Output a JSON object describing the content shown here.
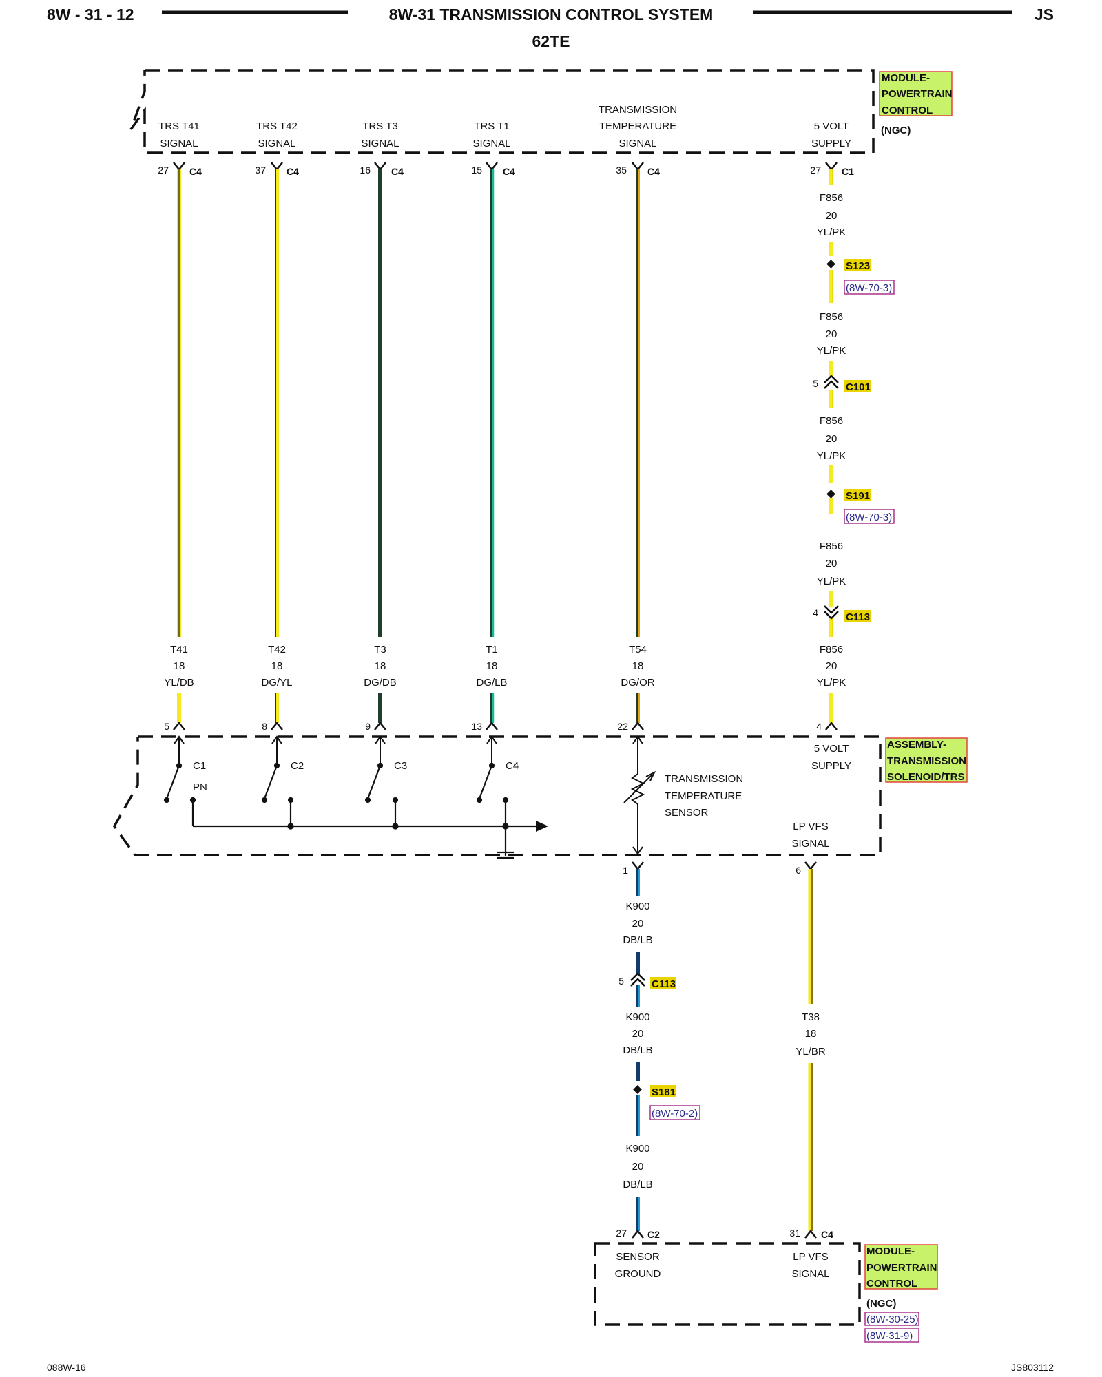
{
  "header": {
    "page_number": "8W - 31 - 12",
    "title": "8W-31 TRANSMISSION CONTROL SYSTEM",
    "subtitle": "62TE",
    "vehicle": "JS"
  },
  "footer": {
    "left": "088W-16",
    "right": "JS803112"
  },
  "colors": {
    "yellow": "#f5ea1e",
    "yellow_dark": "#e9d400",
    "dark_green": "#1f3f2a",
    "teal": "#1bb89a",
    "dark_blue": "#123a6b",
    "label_bg": "#c9f26b",
    "label_border": "#e0463a",
    "link_border": "#a8338a"
  },
  "pcm_top": {
    "label_lines": [
      "MODULE-",
      "POWERTRAIN",
      "CONTROL"
    ],
    "ngc": "(NGC)",
    "signals": [
      {
        "lines": [
          "TRS T41",
          "SIGNAL"
        ]
      },
      {
        "lines": [
          "TRS T42",
          "SIGNAL"
        ]
      },
      {
        "lines": [
          "TRS T3",
          "SIGNAL"
        ]
      },
      {
        "lines": [
          "TRS T1",
          "SIGNAL"
        ]
      },
      {
        "lines": [
          "TRANSMISSION",
          "TEMPERATURE",
          "SIGNAL"
        ]
      },
      {
        "lines": [
          "5 VOLT",
          "SUPPLY"
        ]
      }
    ],
    "pins": [
      {
        "pin": "27",
        "conn": "C4"
      },
      {
        "pin": "37",
        "conn": "C4"
      },
      {
        "pin": "16",
        "conn": "C4"
      },
      {
        "pin": "15",
        "conn": "C4"
      },
      {
        "pin": "35",
        "conn": "C4"
      },
      {
        "pin": "27",
        "conn": "C1"
      }
    ]
  },
  "wires_to_solenoid": [
    {
      "circuit": "T41",
      "gauge": "18",
      "color": "YL/DB"
    },
    {
      "circuit": "T42",
      "gauge": "18",
      "color": "DG/YL"
    },
    {
      "circuit": "T3",
      "gauge": "18",
      "color": "DG/DB"
    },
    {
      "circuit": "T1",
      "gauge": "18",
      "color": "DG/LB"
    },
    {
      "circuit": "T54",
      "gauge": "18",
      "color": "DG/OR"
    },
    {
      "circuit": "F856",
      "gauge": "20",
      "color": "YL/PK"
    }
  ],
  "supply_chain": {
    "segments": [
      {
        "circuit": "F856",
        "gauge": "20",
        "color": "YL/PK"
      },
      {
        "circuit": "F856",
        "gauge": "20",
        "color": "YL/PK"
      },
      {
        "circuit": "F856",
        "gauge": "20",
        "color": "YL/PK"
      },
      {
        "circuit": "F856",
        "gauge": "20",
        "color": "YL/PK"
      }
    ],
    "s123": {
      "label": "S123",
      "ref": "(8W-70-3)"
    },
    "c101": {
      "pin": "5",
      "label": "C101"
    },
    "s191": {
      "label": "S191",
      "ref": "(8W-70-3)"
    },
    "c113": {
      "pin": "4",
      "label": "C113"
    }
  },
  "solenoid": {
    "label_lines": [
      "ASSEMBLY-",
      "TRANSMISSION",
      "SOLENOID/TRS"
    ],
    "pins_top": [
      "5",
      "8",
      "9",
      "13",
      "22",
      "4"
    ],
    "switches": [
      "C1",
      "C2",
      "C3",
      "C4"
    ],
    "pn": "PN",
    "sensor_lines": [
      "TRANSMISSION",
      "TEMPERATURE",
      "SENSOR"
    ],
    "supply_lines": [
      "5 VOLT",
      "SUPPLY"
    ],
    "vfs_lines": [
      "LP VFS",
      "SIGNAL"
    ],
    "pins_bottom": [
      "1",
      "6"
    ]
  },
  "lower_wires": {
    "k900": [
      {
        "circuit": "K900",
        "gauge": "20",
        "color": "DB/LB"
      },
      {
        "circuit": "K900",
        "gauge": "20",
        "color": "DB/LB"
      },
      {
        "circuit": "K900",
        "gauge": "20",
        "color": "DB/LB"
      }
    ],
    "c113": {
      "pin": "5",
      "label": "C113"
    },
    "s181": {
      "label": "S181",
      "ref": "(8W-70-2)"
    },
    "t38": {
      "circuit": "T38",
      "gauge": "18",
      "color": "YL/BR"
    }
  },
  "pcm_bottom": {
    "label_lines": [
      "MODULE-",
      "POWERTRAIN",
      "CONTROL"
    ],
    "ngc": "(NGC)",
    "refs": [
      "(8W-30-25)",
      "(8W-31-9)"
    ],
    "pins": [
      {
        "pin": "27",
        "conn": "C2"
      },
      {
        "pin": "31",
        "conn": "C4"
      }
    ],
    "signals": [
      {
        "lines": [
          "SENSOR",
          "GROUND"
        ]
      },
      {
        "lines": [
          "LP VFS",
          "SIGNAL"
        ]
      }
    ]
  }
}
